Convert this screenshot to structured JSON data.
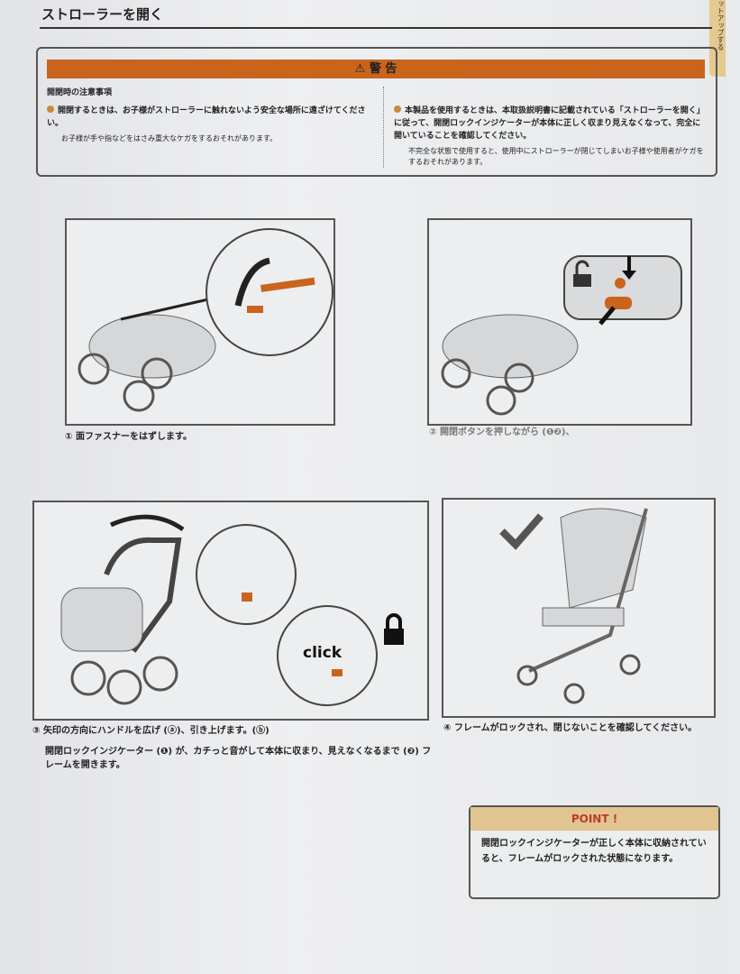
{
  "title": "ストローラーを開く",
  "side_tab": "ットアップする",
  "warning": {
    "header": "警 告",
    "left_heading": "開閉時の注意事項",
    "left_main": "開閉するときは、お子様がストローラーに触れないよう安全な場所に遠ざけてください。",
    "left_note": "お子様が手や指などをはさみ重大なケガをするおそれがあります。",
    "right_main": "本製品を使用するときは、本取扱説明書に記載されている「ストローラーを開く」に従って、開閉ロックインジケーターが本体に正しく収まり見えなくなって、完全に開いていることを確認してください。",
    "right_note": "不完全な状態で使用すると、使用中にストローラーが閉じてしまいお子様や使用者がケガをするおそれがあります。",
    "accent": "#c9641c"
  },
  "steps": [
    {
      "caption": "① 面ファスナーをはずします。"
    },
    {
      "caption": "② 開閉ボタンを押しながら (❶❷)、"
    },
    {
      "caption": "③ 矢印の方向にハンドルを広げ (ⓐ)、引き上げます。(ⓑ)",
      "detail": "開閉ロックインジケーター (❶) が、カチっと音がして本体に収まり、見えなくなるまで (❷) フレームを開きます。",
      "label_click": "click"
    },
    {
      "caption": "④ フレームがロックされ、閉じないことを確認してください。"
    }
  ],
  "point": {
    "header": "POINT !",
    "body": "開閉ロックインジケーターが正しく本体に収納されていると、フレームがロックされた状態になります。"
  }
}
